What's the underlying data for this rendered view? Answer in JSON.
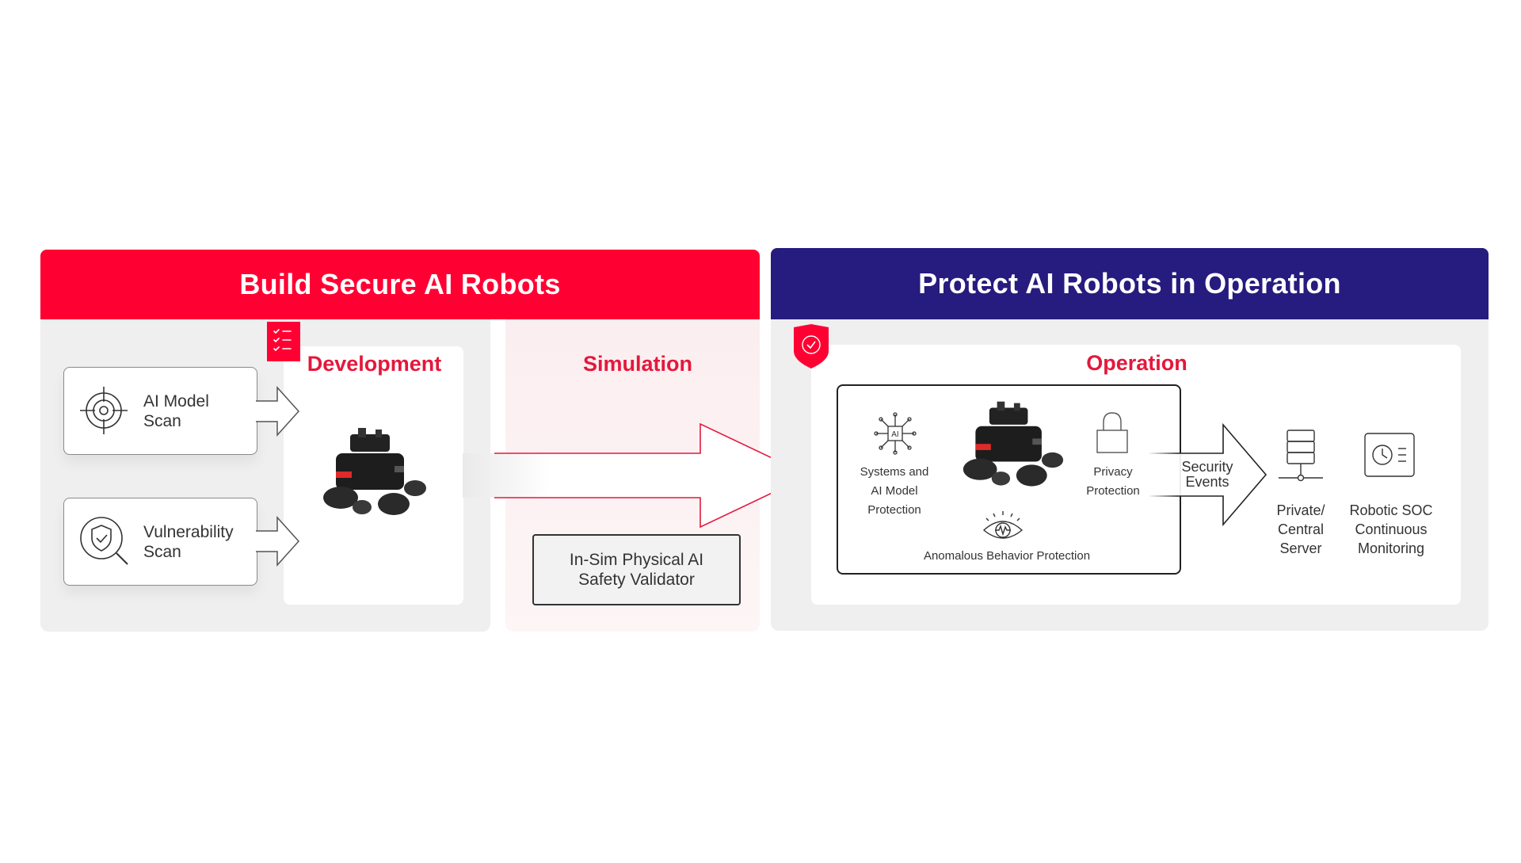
{
  "build_section": {
    "title": "Build Secure AI Robots",
    "header_color": "#ff0033",
    "development": {
      "title": "Development",
      "scans": [
        {
          "line1": "AI Model",
          "line2": "Scan",
          "icon": "target-icon"
        },
        {
          "line1": "Vulnerability",
          "line2": "Scan",
          "icon": "shield-search-icon"
        }
      ],
      "badge_icon": "checklist-icon"
    },
    "simulation": {
      "title": "Simulation",
      "validator_line1": "In-Sim Physical AI",
      "validator_line2": "Safety Validator"
    }
  },
  "protect_section": {
    "title": "Protect AI Robots in Operation",
    "header_color": "#261b7e",
    "badge_icon": "shield-check-icon",
    "operation": {
      "title": "Operation",
      "systems_label": [
        "Systems and",
        "AI Model",
        "Protection"
      ],
      "privacy_label": [
        "Privacy",
        "Protection"
      ],
      "anomalous_label": "Anomalous Behavior Protection",
      "security_events": [
        "Security",
        "Events"
      ],
      "server_label": [
        "Private/",
        "Central",
        "Server"
      ],
      "soc_label": [
        "Robotic SOC",
        "Continuous",
        "Monitoring"
      ]
    }
  },
  "accent_color": "#e4183c"
}
